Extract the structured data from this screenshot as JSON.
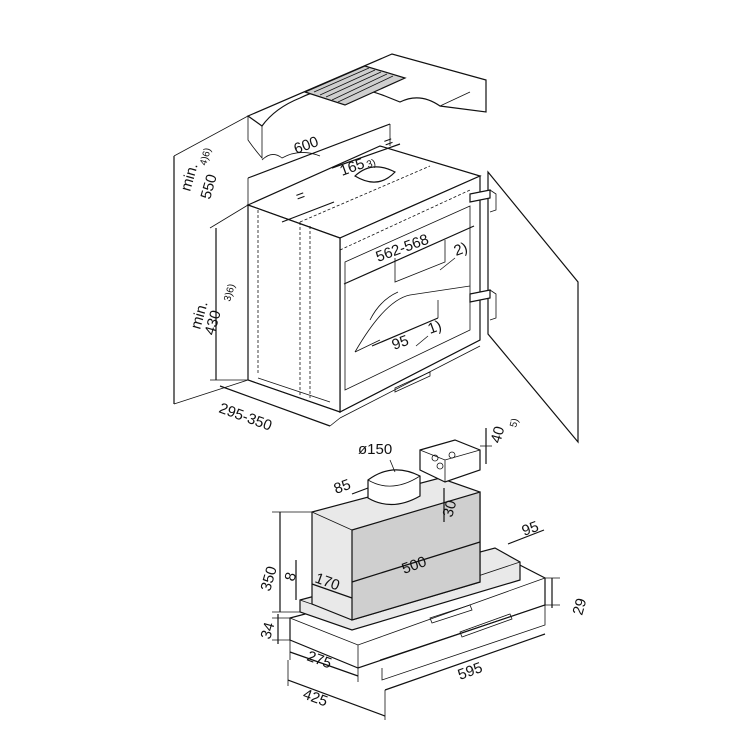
{
  "labels": {
    "d600": "600",
    "d165": "165",
    "d165_sup": "3)",
    "eq_left": "=",
    "eq_right": "=",
    "d562": "562-568",
    "ref2": "2)",
    "ref1": "1)",
    "d95_cab": "95",
    "min1": "min.",
    "d550": "550",
    "d550_sup": "4)6)",
    "min2": "min.",
    "d430": "430",
    "d430_sup": "3)6)",
    "d295": "295-350",
    "d150": "ø150",
    "d40": "40",
    "d40_sup": "5)",
    "d85": "85",
    "d30": "30",
    "d95_hood": "95",
    "d500": "500",
    "d350": "350",
    "d8": "8",
    "d170": "170",
    "d29": "29",
    "d34": "34",
    "d275": "275",
    "d595": "595",
    "d425": "425"
  }
}
